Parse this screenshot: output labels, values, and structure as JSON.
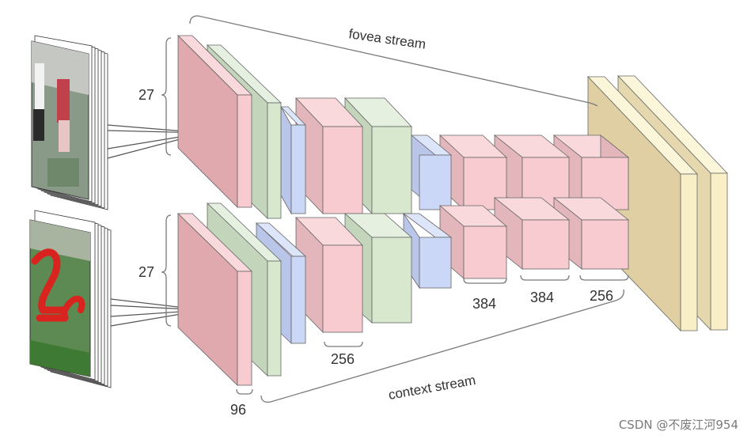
{
  "labels": {
    "fovea_stream": "fovea stream",
    "context_stream": "context stream",
    "input_top_size": "27",
    "input_bottom_size": "27",
    "dim_96": "96",
    "dim_256_bottom": "256",
    "dim_384_a": "384",
    "dim_384_b": "384",
    "dim_256_right": "256"
  },
  "watermark": "CSDN @不废江河954",
  "colors": {
    "conv": "#f4c7cb",
    "norm": "#d6e8cf",
    "pool": "#c9d6f5",
    "fc": "#e5d7ad",
    "fc_light": "#f6edc8",
    "edge": "#666666",
    "bracket": "#7a7a7a"
  }
}
